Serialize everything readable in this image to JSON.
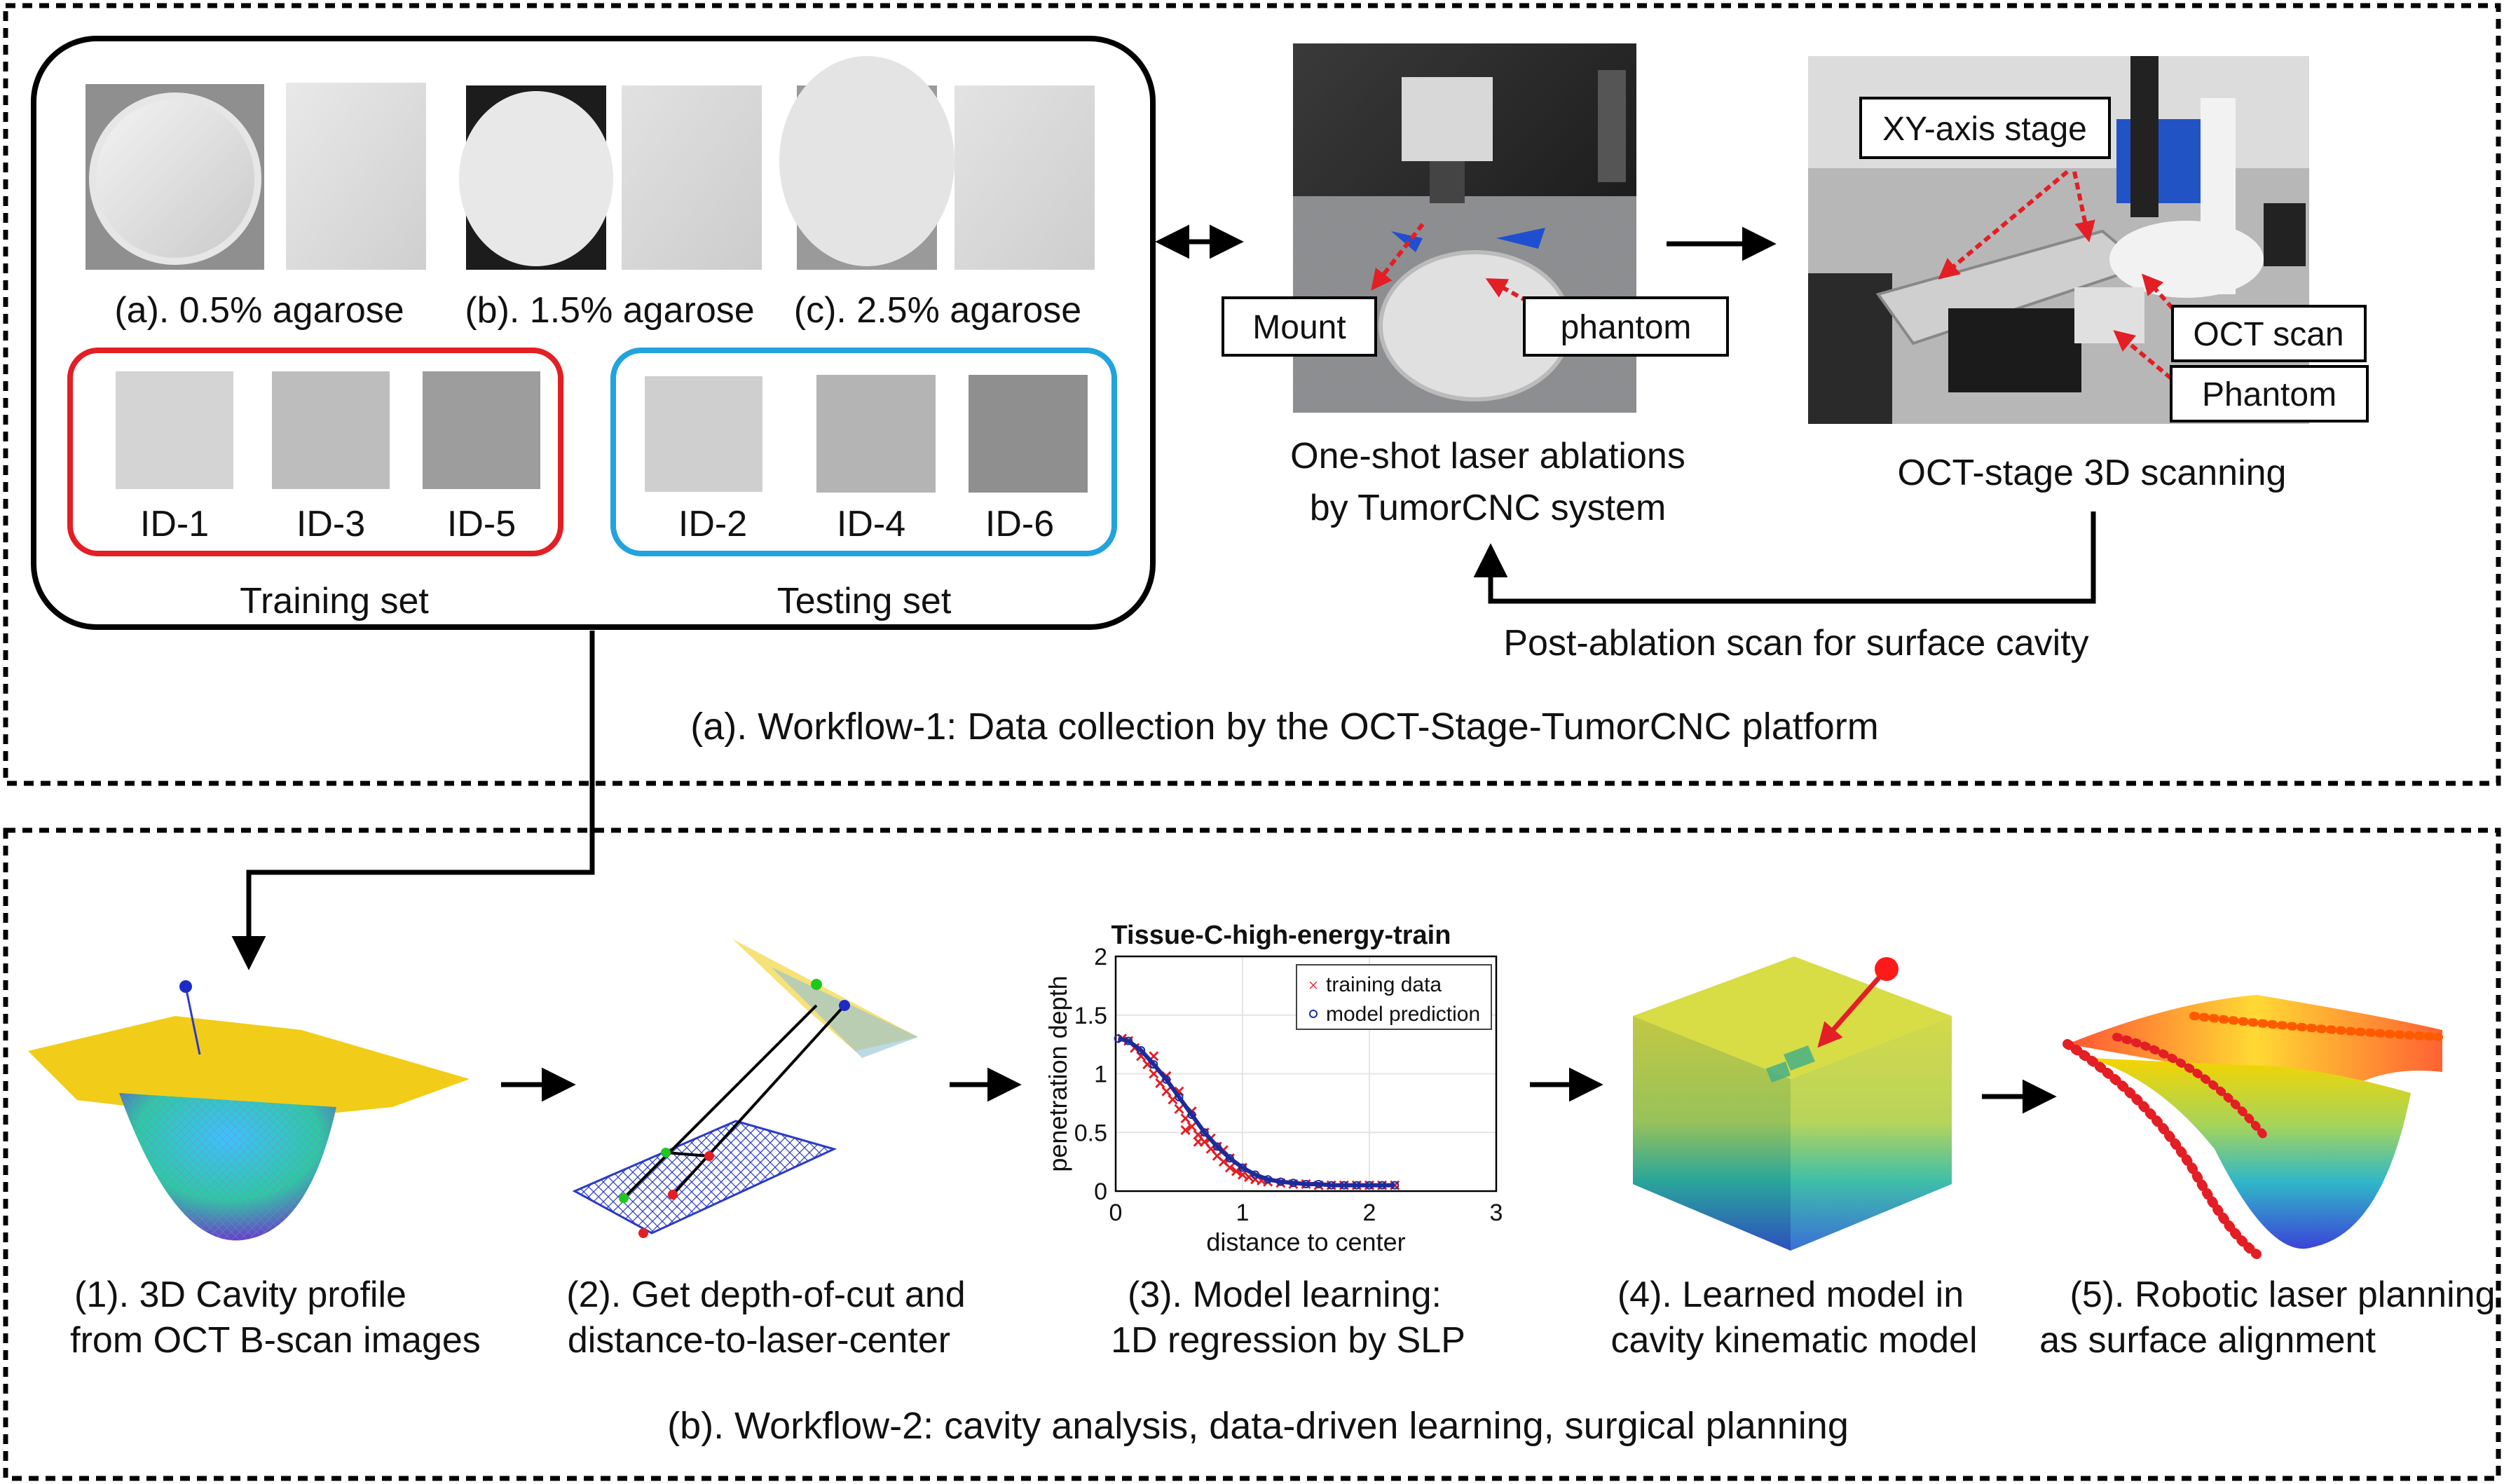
{
  "workflow1": {
    "caption": "(a). Workflow-1: Data collection by the OCT-Stage-TumorCNC platform",
    "agarose": [
      {
        "label": "(a). 0.5% agarose"
      },
      {
        "label": "(b). 1.5% agarose"
      },
      {
        "label": "(c). 2.5% agarose"
      }
    ],
    "training_set": {
      "title": "Training set",
      "ids": [
        "ID-1",
        "ID-3",
        "ID-5"
      ],
      "color": "#e31e24"
    },
    "testing_set": {
      "title": "Testing set",
      "ids": [
        "ID-2",
        "ID-4",
        "ID-6"
      ],
      "color": "#22a3dd"
    },
    "ablation": {
      "line1": "One-shot laser ablations",
      "line2": "by TumorCNC system",
      "callouts": [
        "Mount",
        "phantom"
      ]
    },
    "oct_stage": {
      "caption": "OCT-stage 3D scanning",
      "callouts": [
        "XY-axis stage",
        "OCT scan",
        "Phantom"
      ]
    },
    "loop_caption": "Post-ablation scan for surface cavity"
  },
  "workflow2": {
    "caption": "(b). Workflow-2: cavity analysis, data-driven learning, surgical planning",
    "steps": [
      {
        "line1": "(1). 3D Cavity profile",
        "line2": "from OCT B-scan images"
      },
      {
        "line1": "(2). Get depth-of-cut and",
        "line2": "distance-to-laser-center"
      },
      {
        "line1": "(3). Model learning:",
        "line2": "1D regression by SLP"
      },
      {
        "line1": "(4). Learned model in",
        "line2": "cavity kinematic model"
      },
      {
        "line1": "(5). Robotic laser planning",
        "line2": "as surface alignment"
      }
    ]
  },
  "chart_data": {
    "type": "scatter",
    "title": "Tissue-C-high-energy-train",
    "xlabel": "distance to center",
    "ylabel": "penetration depth",
    "xlim": [
      0,
      3
    ],
    "ylim": [
      0,
      2
    ],
    "xticks": [
      "0",
      "1",
      "2",
      "3"
    ],
    "yticks": [
      "0",
      "0.5",
      "1",
      "1.5",
      "2"
    ],
    "grid": true,
    "legend_position": "top-right",
    "series": [
      {
        "name": "training data",
        "color": "#e31e24",
        "marker": "x",
        "x": [
          0.05,
          0.1,
          0.15,
          0.2,
          0.25,
          0.3,
          0.35,
          0.4,
          0.45,
          0.5,
          0.55,
          0.6,
          0.65,
          0.7,
          0.75,
          0.8,
          0.85,
          0.9,
          0.95,
          1.0,
          1.05,
          1.1,
          1.15,
          1.2,
          1.3,
          1.4,
          1.5,
          1.6,
          1.7,
          1.8,
          1.9,
          2.0,
          2.1,
          2.2,
          0.3,
          0.4,
          0.5,
          0.6,
          0.7,
          0.8,
          0.9,
          1.0,
          0.55,
          0.65,
          0.75,
          0.85
        ],
        "y": [
          1.3,
          1.28,
          1.22,
          1.15,
          1.08,
          1.0,
          0.92,
          0.85,
          0.78,
          0.7,
          0.62,
          0.55,
          0.48,
          0.42,
          0.36,
          0.3,
          0.25,
          0.2,
          0.17,
          0.14,
          0.12,
          0.1,
          0.09,
          0.08,
          0.07,
          0.06,
          0.06,
          0.05,
          0.05,
          0.05,
          0.05,
          0.05,
          0.05,
          0.05,
          1.15,
          0.98,
          0.85,
          0.68,
          0.5,
          0.38,
          0.28,
          0.2,
          0.52,
          0.42,
          0.45,
          0.35
        ]
      },
      {
        "name": "model prediction",
        "color": "#1c2b9c",
        "marker": "o",
        "x": [
          0.02,
          0.1,
          0.2,
          0.3,
          0.4,
          0.5,
          0.6,
          0.7,
          0.8,
          0.9,
          1.0,
          1.1,
          1.2,
          1.3,
          1.4,
          1.5,
          1.6,
          1.7,
          1.8,
          1.9,
          2.0,
          2.1,
          2.2
        ],
        "y": [
          1.3,
          1.28,
          1.2,
          1.08,
          0.95,
          0.8,
          0.65,
          0.5,
          0.38,
          0.28,
          0.2,
          0.14,
          0.1,
          0.08,
          0.07,
          0.06,
          0.06,
          0.05,
          0.05,
          0.05,
          0.05,
          0.05,
          0.05
        ]
      }
    ]
  }
}
